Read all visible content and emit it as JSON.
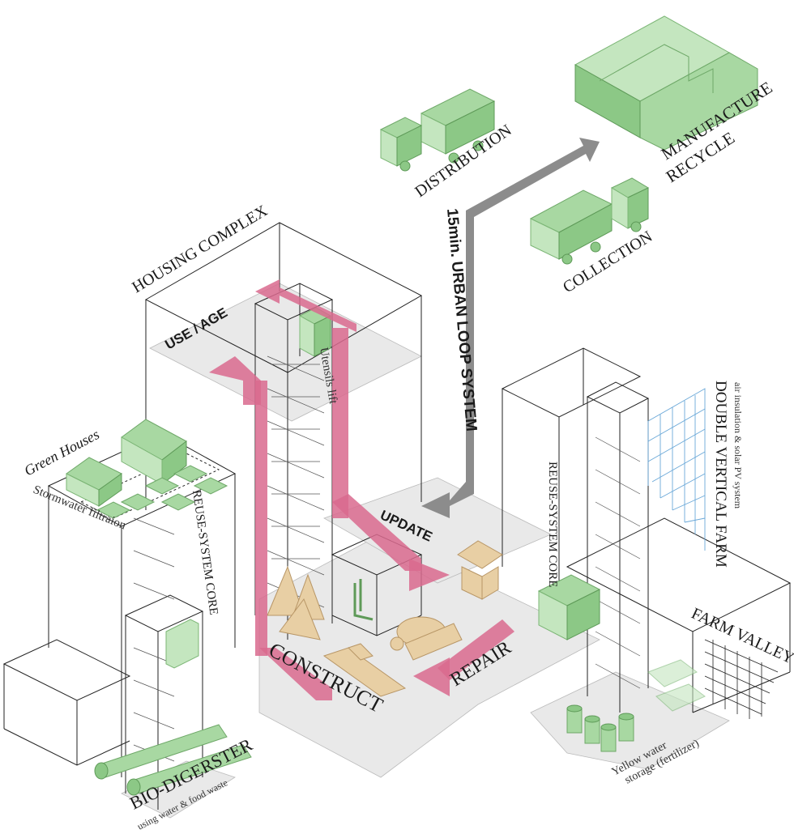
{
  "labels": {
    "housing_complex": "HOUSING COMPLEX",
    "usage": "USE / AGE",
    "utensils_lift": "Utensils lift",
    "green_houses": "Green Houses",
    "stormwater": "Stormwater filtraion",
    "reuse_core_left": "REUSE-SYSTEM CORE",
    "reuse_core_right": "REUSE-SYSTEM CORE",
    "bio_digester": "BIO-DIGERSTER",
    "bio_digester_note": "using water & food waste",
    "construct": "CONSTRUCT",
    "repair": "REPAIR",
    "update": "UPDATE",
    "urban_loop": "15min. URBAN LOOP SYSTEM",
    "distribution": "DISTRIBUTION",
    "collection": "COLLECTION",
    "manufacture": "MANUFACTURE",
    "recycle": "RECYCLE",
    "double_vertical_farm": "DOUBLE VERTICAL FARM",
    "farm_note": "air insulation & solar PV system",
    "farm_valley": "FARM VALLEY",
    "yellow_water_1": "Yellow water",
    "yellow_water_2": "storage (fertilizer)"
  },
  "colors": {
    "green": "#a8d8a2",
    "pink_arrow": "#d96a8e",
    "grey_arrow": "#8c8c8c",
    "tan": "#e8cfa4",
    "floor": "#e9e9e9"
  }
}
